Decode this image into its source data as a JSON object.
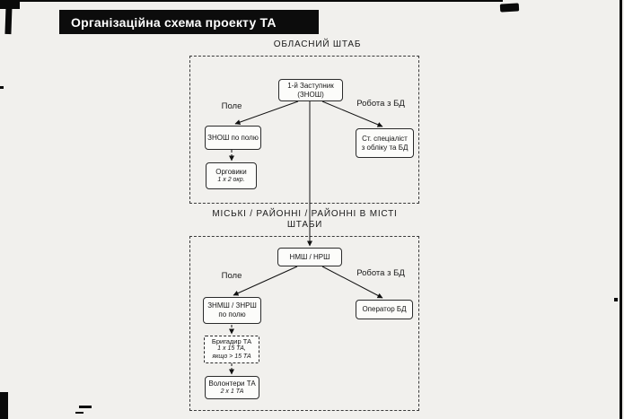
{
  "title": "Організаційна схема проекту ТА",
  "oblast_section": {
    "heading": "ОБЛАСНИЙ ШТАБ",
    "root_node": "1-й Заступник\n(ЗНОШ)",
    "field_label": "Поле",
    "db_label": "Робота з БД",
    "field_node": "ЗНОШ по полю",
    "db_node": "Ст. спеціаліст\nз обліку та БД",
    "orgovyky_node": {
      "line1": "Орговики",
      "line2": "1 х 2 окр."
    }
  },
  "middle_heading": {
    "line1": "МІСЬКІ / РАЙОННІ / РАЙОННІ В МІСТІ",
    "line2": "ШТАБИ"
  },
  "city_section": {
    "root_node": "НМШ / НРШ",
    "field_label": "Поле",
    "db_label": "Робота з БД",
    "field_node": "ЗНМШ / ЗНРШ\nпо полю",
    "db_node": "Оператор БД",
    "brigadier_node": {
      "line1": "Бригадир ТА",
      "line2": "1 х 15 ТА,\nякщо > 15 ТА"
    },
    "volunteers_node": {
      "line1": "Волонтери ТА",
      "line2": "2 х 1 ТА"
    }
  }
}
